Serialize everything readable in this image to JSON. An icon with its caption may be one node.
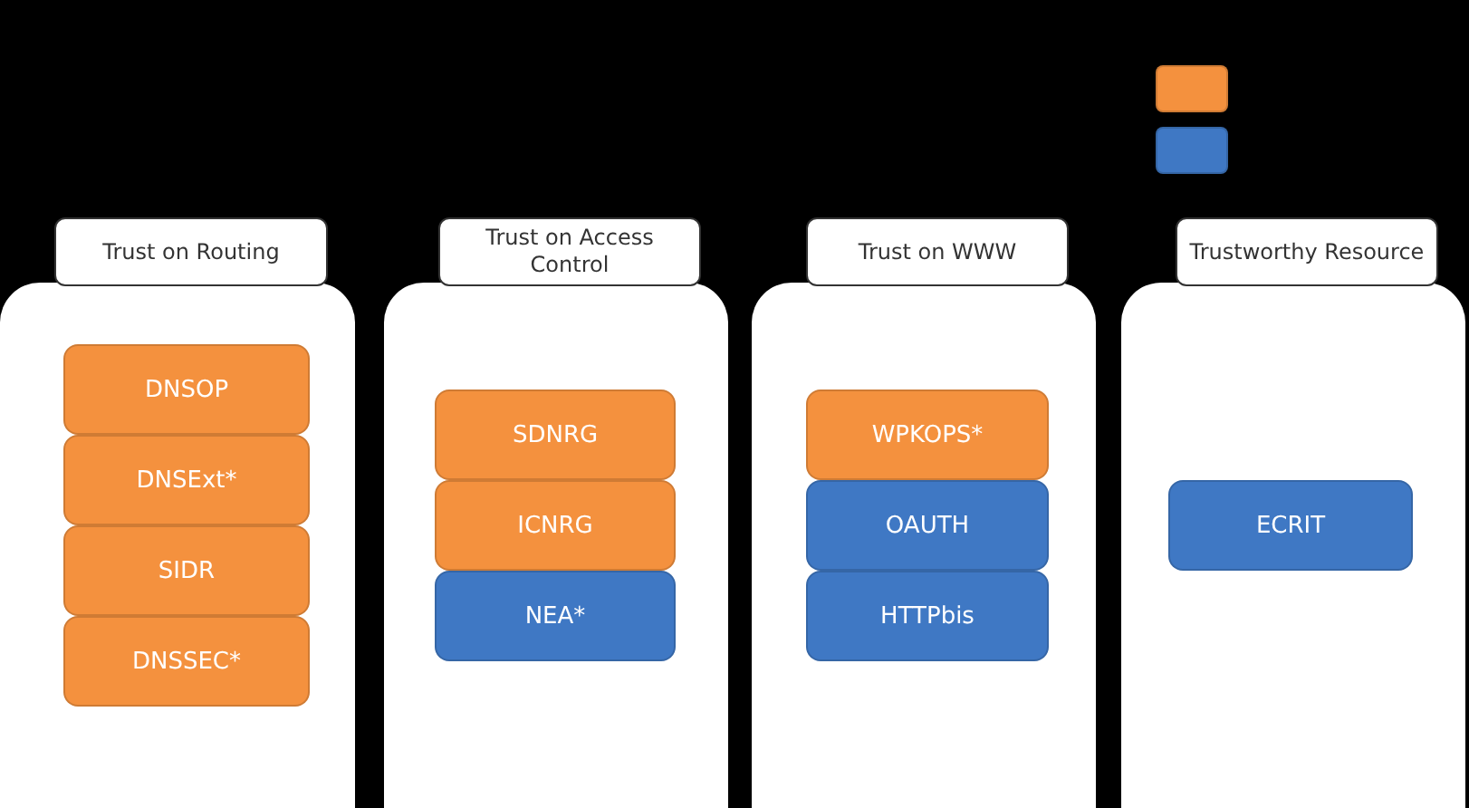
{
  "diagram": {
    "nodes": [
      {
        "text": [],
        "shape": "box"
      },
      {
        "text": [],
        "shape": "box"
      },
      {
        "text": [
          "Trust on Routing"
        ]
      },
      {
        "text": [
          "DNSOP"
        ],
        "in": 2
      },
      {
        "text": [
          "DNSExt*"
        ],
        "in": 2
      },
      {
        "text": [
          "SIDR"
        ],
        "in": 2
      },
      {
        "text": [
          "DNSSEC*"
        ],
        "in": 2
      },
      {
        "text": [
          "Trust on Access Control"
        ]
      },
      {
        "text": [
          "SDNRG"
        ],
        "in": 7
      },
      {
        "text": [
          "ICNRG"
        ],
        "in": 7
      },
      {
        "text": [
          "NEA*"
        ],
        "in": 7
      },
      {
        "text": [
          "Trust on WWW"
        ]
      },
      {
        "text": [
          "WPKOPS*"
        ],
        "in": 11
      },
      {
        "text": [
          "OAUTH"
        ],
        "in": 11
      },
      {
        "text": [
          "HTTPbis"
        ],
        "in": 11
      },
      {
        "text": [
          "Trustworthy Resource"
        ]
      },
      {
        "text": [
          "ECRIT"
        ],
        "in": 15
      }
    ]
  }
}
